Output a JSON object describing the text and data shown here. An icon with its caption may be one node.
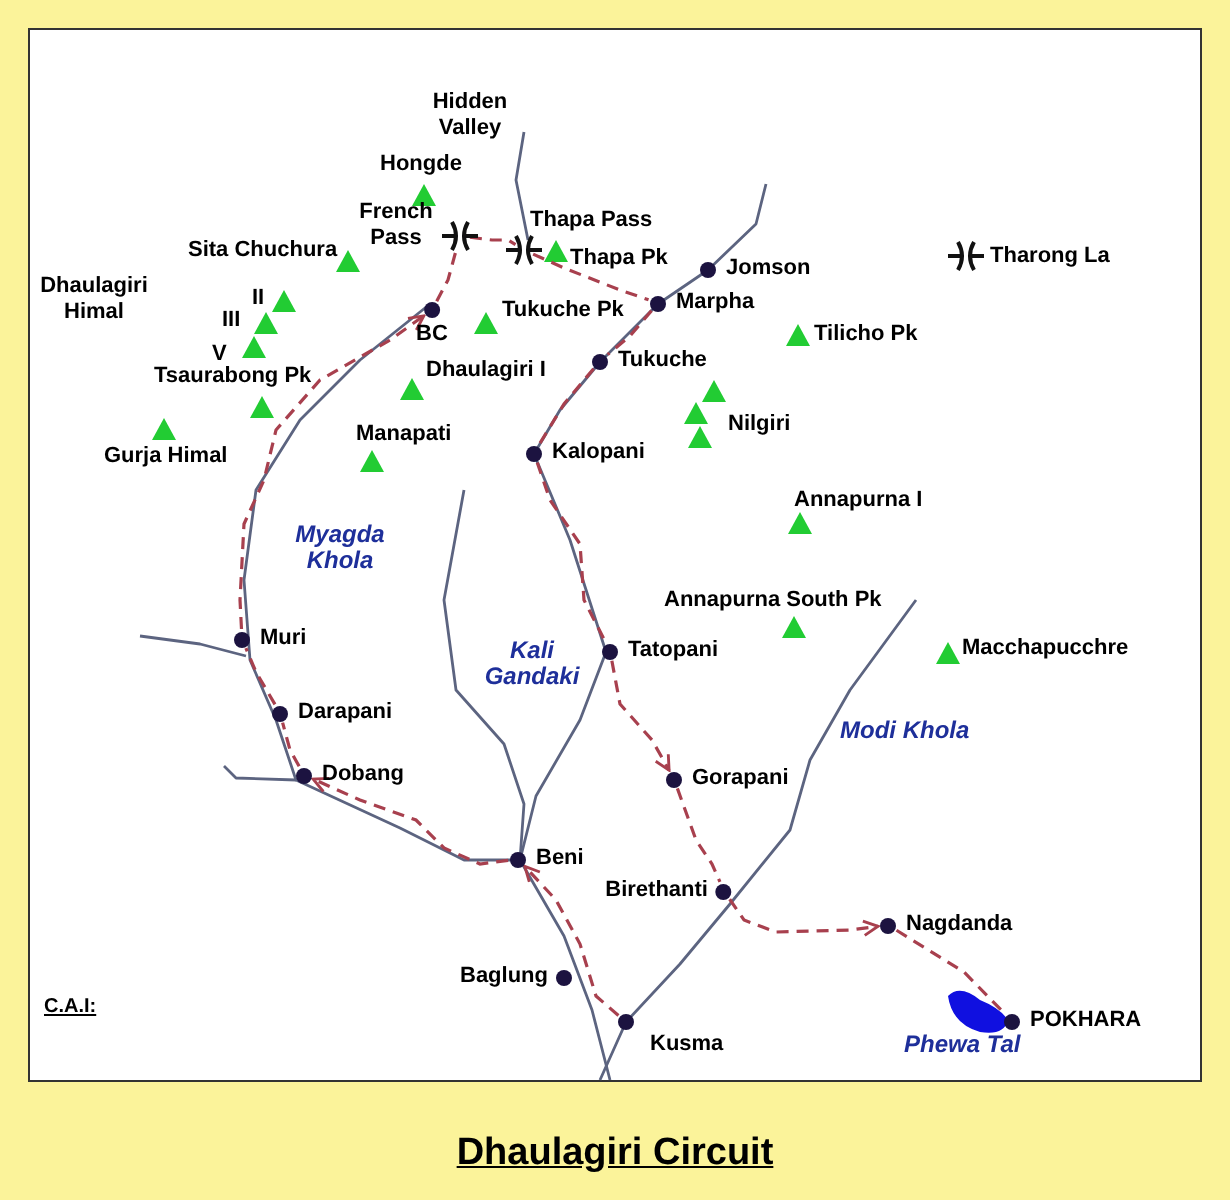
{
  "diagram": {
    "title": "Dhaulagiri Circuit",
    "nodes": [
      {
        "text": [
          "Kusma"
        ]
      },
      {
        "text": [
          "Baglung"
        ]
      },
      {
        "text": [
          "Beni"
        ]
      },
      {
        "text": [
          "Dobang"
        ]
      },
      {
        "text": [
          "Darapani"
        ]
      },
      {
        "text": [
          "Muri"
        ]
      },
      {
        "text": [
          "BC"
        ]
      },
      {
        "text": [
          "French Pass"
        ]
      },
      {
        "text": [
          "Thapa Pass"
        ]
      },
      {
        "text": [
          "Marpha"
        ]
      },
      {
        "text": [
          "Jomson"
        ]
      },
      {
        "text": [
          "Tukuche"
        ]
      },
      {
        "text": [
          "Kalopani"
        ]
      },
      {
        "text": [
          "Tatopani"
        ]
      },
      {
        "text": [
          "Gorapani"
        ]
      },
      {
        "text": [
          "Birethanti"
        ]
      },
      {
        "text": [
          "Nagdanda"
        ]
      },
      {
        "text": [
          "POKHARA"
        ]
      },
      {
        "text": [
          "Tharong La"
        ]
      }
    ],
    "edges": [
      {
        "from": 0,
        "to": 2,
        "arrow": "to",
        "style": "dashed"
      },
      {
        "from": 2,
        "to": 3,
        "arrow": "to",
        "style": "dashed"
      },
      {
        "from": 3,
        "to": 4,
        "arrow": "none",
        "style": "dashed"
      },
      {
        "from": 4,
        "to": 5,
        "arrow": "none",
        "style": "dashed"
      },
      {
        "from": 5,
        "to": 6,
        "arrow": "to",
        "style": "dashed"
      },
      {
        "from": 6,
        "to": 7,
        "arrow": "none",
        "style": "dashed"
      },
      {
        "from": 7,
        "to": 8,
        "arrow": "none",
        "style": "dashed"
      },
      {
        "from": 8,
        "to": 9,
        "arrow": "none",
        "style": "dashed"
      },
      {
        "from": 9,
        "to": 11,
        "arrow": "none",
        "style": "dashed"
      },
      {
        "from": 11,
        "to": 12,
        "arrow": "none",
        "style": "dashed"
      },
      {
        "from": 12,
        "to": 13,
        "arrow": "none",
        "style": "dashed"
      },
      {
        "from": 13,
        "to": 14,
        "arrow": "to",
        "style": "dashed"
      },
      {
        "from": 14,
        "to": 15,
        "arrow": "none",
        "style": "dashed"
      },
      {
        "from": 15,
        "to": 16,
        "arrow": "to",
        "style": "dashed"
      },
      {
        "from": 16,
        "to": 17,
        "arrow": "none",
        "style": "dashed"
      }
    ],
    "labels": [
      "Hidden Valley",
      "Hongde",
      "Sita Chuchura",
      "Thapa Pk",
      "Dhaulagiri Himal",
      "II",
      "III",
      "V",
      "Tukuche Pk",
      "Tilicho Pk",
      "Tsaurabong Pk",
      "Dhaulagiri I",
      "Nilgiri",
      "Gurja Himal",
      "Manapati",
      "Annapurna I",
      "Myagda Khola",
      "Annapurna South Pk",
      "Macchapucchre",
      "Kali Gandaki",
      "Modi Khola",
      "Phewa Tal",
      "C.A.I:"
    ]
  }
}
